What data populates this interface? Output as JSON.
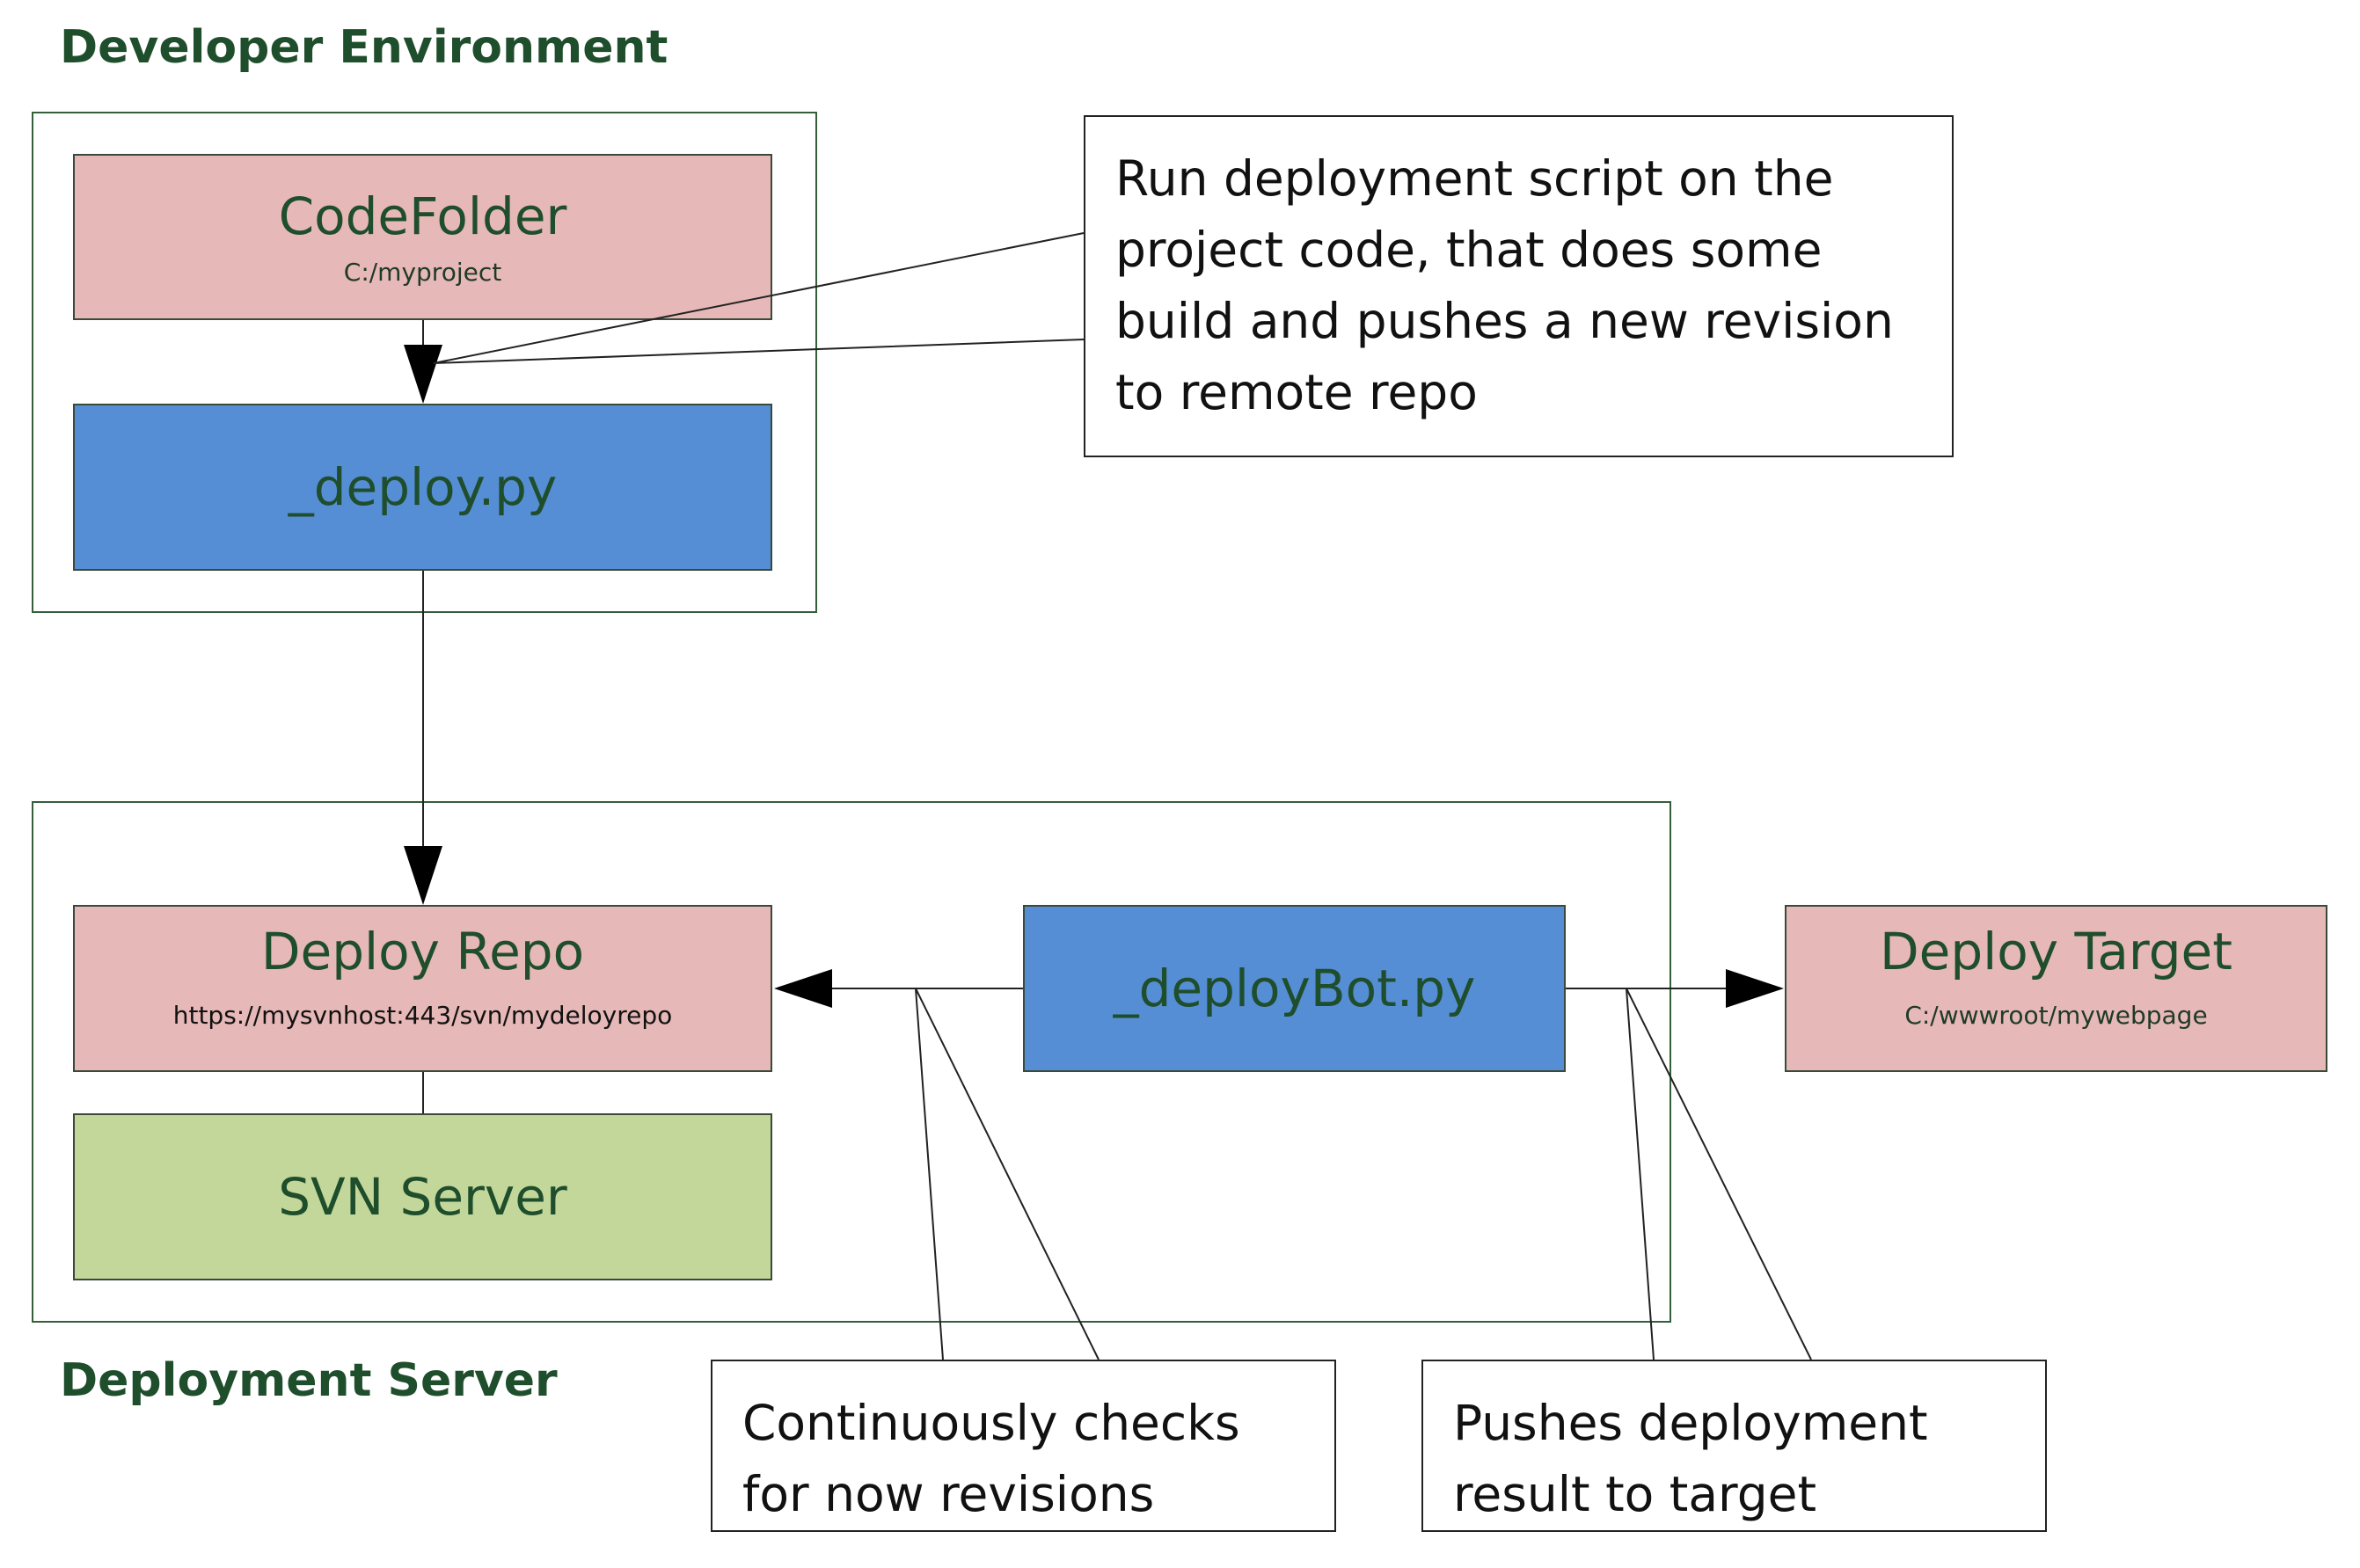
{
  "groups": {
    "developer_environment": "Developer Environment",
    "deployment_server": "Deployment Server"
  },
  "nodes": {
    "code_folder": {
      "label": "CodeFolder",
      "sublabel": "C:/myproject"
    },
    "deploy_script": {
      "label": "_deploy.py"
    },
    "deploy_repo": {
      "label": "Deploy Repo",
      "sublabel": "https://mysvnhost:443/svn/mydeloyrepo"
    },
    "svn_server": {
      "label": "SVN Server"
    },
    "deploy_bot": {
      "label": "_deployBot.py"
    },
    "deploy_target": {
      "label": "Deploy Target",
      "sublabel": "C:/wwwroot/mywebpage"
    }
  },
  "callouts": {
    "run_deploy": {
      "lines": [
        "Run deployment script on the",
        "project code, that does some",
        "build and pushes a new revision",
        "to remote repo"
      ]
    },
    "checks": {
      "lines": [
        "Continuously checks",
        "for now revisions"
      ]
    },
    "pushes": {
      "lines": [
        "Pushes deployment",
        "result to target"
      ]
    }
  },
  "colors": {
    "title_green": "#1f4e2c",
    "pink_fill": "#e6b8b7",
    "blue_fill": "#558ed5",
    "green_fill": "#c4d79b"
  }
}
